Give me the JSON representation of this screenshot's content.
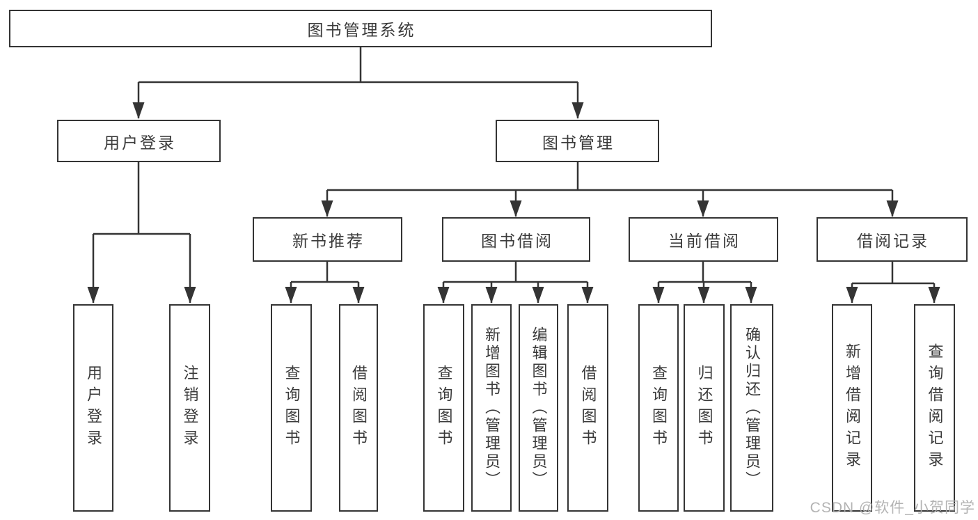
{
  "tree": {
    "root": "图书管理系统",
    "login": {
      "label": "用户登录",
      "children": [
        "用户登录",
        "注销登录"
      ]
    },
    "management": {
      "label": "图书管理",
      "sections": [
        {
          "label": "新书推荐",
          "children": [
            "查询图书",
            "借阅图书"
          ]
        },
        {
          "label": "图书借阅",
          "children": [
            "查询图书",
            "新增图书（管理员）",
            "编辑图书（管理员）",
            "借阅图书"
          ]
        },
        {
          "label": "当前借阅",
          "children": [
            "查询图书",
            "归还图书",
            "确认归还（管理员）"
          ]
        },
        {
          "label": "借阅记录",
          "children": [
            "新增借阅记录",
            "查询借阅记录"
          ]
        }
      ]
    }
  },
  "watermark": "CSDN @软件_小贺同学",
  "colors": {
    "line": "#343434",
    "text": "#3a3a3a",
    "box_background": "#ffffff",
    "page_background": "#ffffff",
    "watermark": "#acacac"
  }
}
